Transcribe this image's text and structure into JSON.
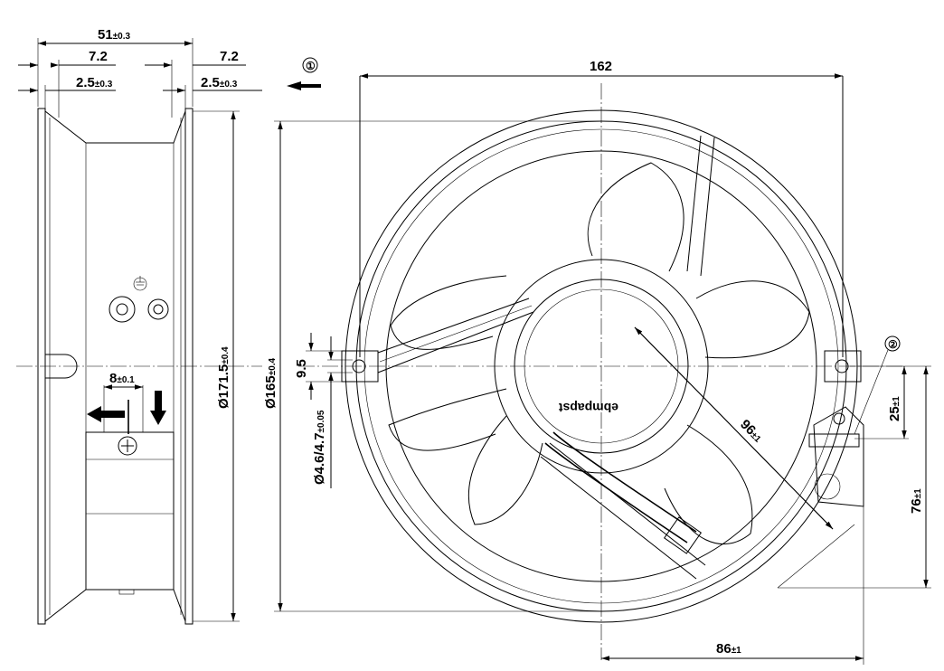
{
  "dimensions": {
    "side_width": {
      "value": "51",
      "tol": "±0.3"
    },
    "flange_left": {
      "value": "7.2"
    },
    "flange_right": {
      "value": "7.2"
    },
    "lip_left": {
      "value": "2.5",
      "tol": "±0.3"
    },
    "lip_right": {
      "value": "2.5",
      "tol": "±0.3"
    },
    "terminal_offset": {
      "value": "8",
      "tol": "±0.1"
    },
    "frame_diameter": {
      "value": "Ø171.5",
      "tol": "±0.4"
    },
    "front_width": {
      "value": "162"
    },
    "ring_diameter": {
      "value": "Ø165",
      "tol": "±0.4"
    },
    "hole_spacing": {
      "value": "9.5"
    },
    "hole_diameter": {
      "value": "Ø4.6/4.7",
      "tol": "±0.05"
    },
    "hub_radius": {
      "value": "96",
      "tol": "±1"
    },
    "ground_offset": {
      "value": "25",
      "tol": "±1"
    },
    "terminal_height": {
      "value": "76",
      "tol": "±1"
    },
    "terminal_width": {
      "value": "86",
      "tol": "±1"
    }
  },
  "callouts": {
    "airflow": "①",
    "ground_terminal": "②"
  },
  "label_text": "ebmpapst"
}
